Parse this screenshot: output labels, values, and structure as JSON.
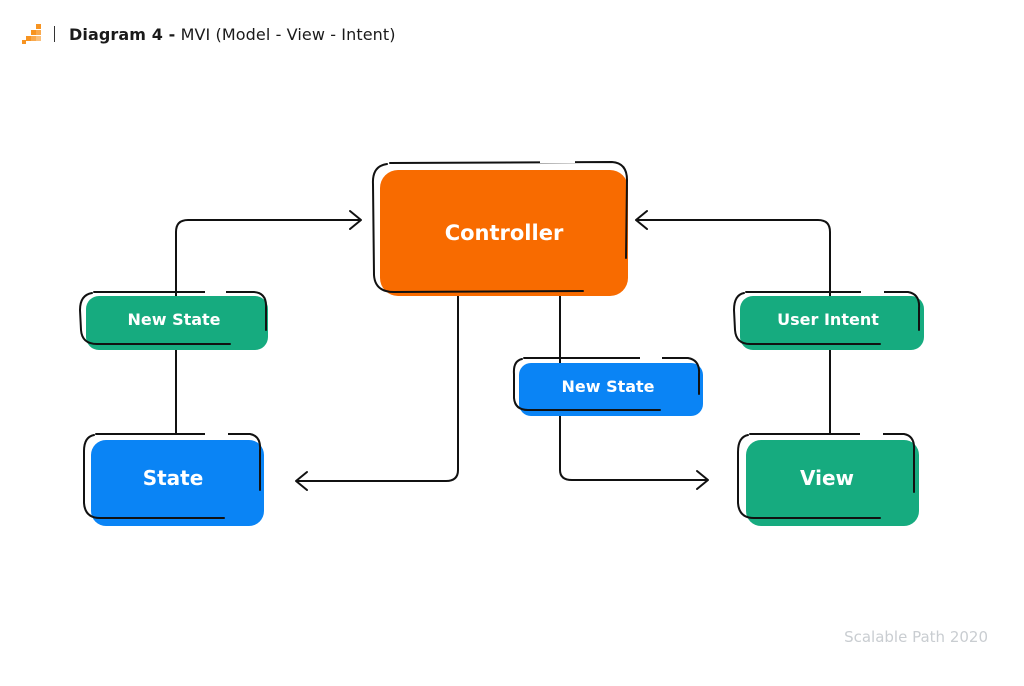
{
  "header": {
    "title_bold": "Diagram 4 -",
    "title_rest": " MVI (Model - View - Intent)"
  },
  "nodes": {
    "controller": "Controller",
    "new_state_left": "New State",
    "state": "State",
    "new_state_center": "New State",
    "user_intent": "User Intent",
    "view": "View"
  },
  "footer": {
    "credit": "Scalable Path 2020"
  },
  "colors": {
    "orange": "#f86b00",
    "blue": "#0a84f5",
    "green": "#16ab7f",
    "outline": "#111111",
    "logo": "#f79421"
  },
  "icons": {
    "brand_logo": "bar-steps-icon",
    "arrow_head": "chevron-arrow-icon"
  }
}
